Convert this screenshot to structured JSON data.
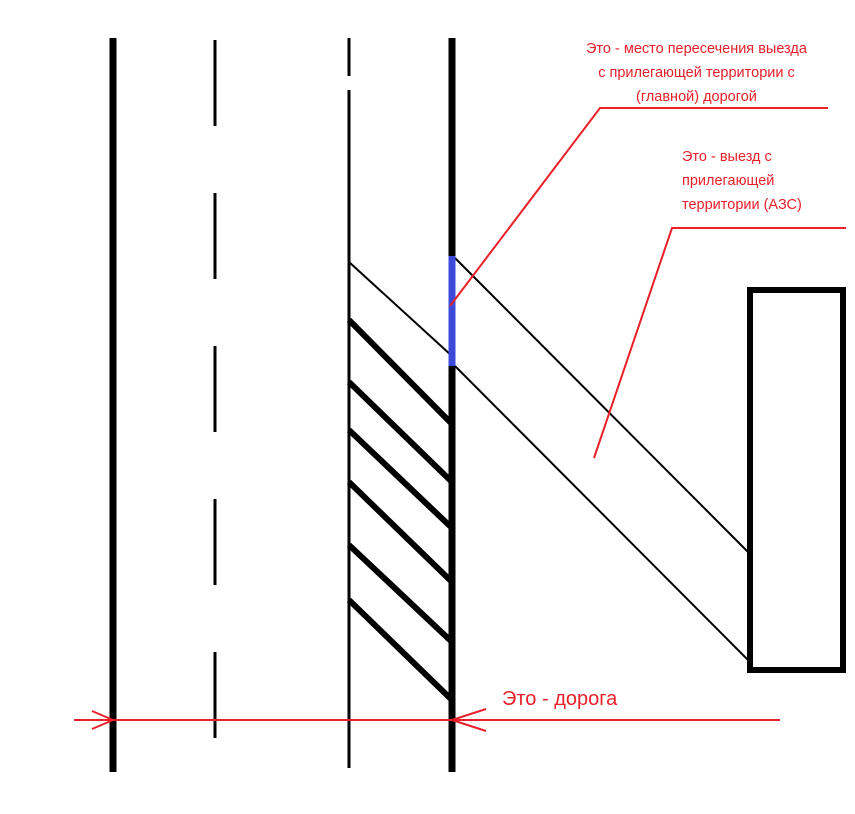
{
  "annotations": {
    "intersection": {
      "lines": [
        "Это - место пересечения выезда",
        "с прилегающей территории с",
        "(главной) дорогой"
      ]
    },
    "exit": {
      "lines": [
        "Это - выезд с",
        "прилегающей",
        "территории (АЗС)"
      ]
    },
    "road": {
      "text": "Это - дорога"
    }
  },
  "colors": {
    "line": "#000000",
    "annotation": "#e8202a",
    "intersection_highlight": "#3b4bd8"
  }
}
